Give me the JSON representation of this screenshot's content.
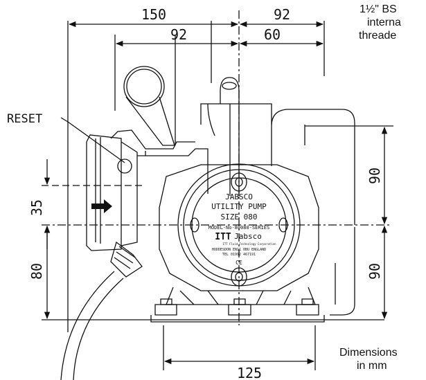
{
  "dimensions": {
    "overall_width": "150",
    "right_width": "92",
    "left_of_center": "92",
    "handle_offset": "60",
    "upper_height": "90",
    "lower_height": "90",
    "lower_left_height": "80",
    "inlet_offset": "35",
    "base_width": "125"
  },
  "labels": {
    "reset": "RESET"
  },
  "thread_note": [
    "1½\" BS",
    "interna",
    "threade"
  ],
  "units_note": [
    "Dimensions",
    "in mm"
  ],
  "nameplate": {
    "brand": "JABSCO",
    "line1": "UTILITY PUMP",
    "line2": "SIZE 080",
    "model": "MODEL-No-80080-SERIES",
    "logo": "ITT",
    "logo_text": "Jabsco",
    "small1": "ITT Fluid Technology Corporation",
    "small2": "HODDESDON EN11 0BU ENGLAND",
    "small3": "TEL 01992 467191",
    "mark": "CE"
  }
}
